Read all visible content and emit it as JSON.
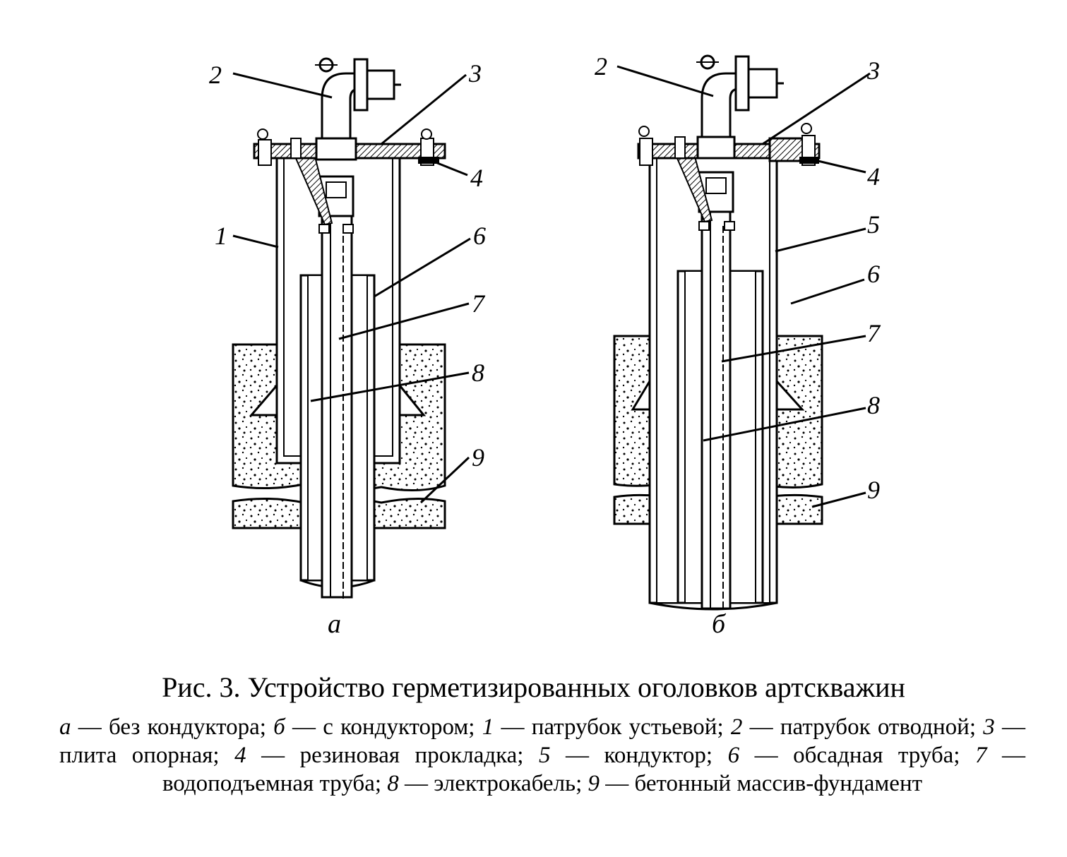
{
  "figure": {
    "variant_a": {
      "sublabel": "а",
      "callouts": [
        "1",
        "2",
        "3",
        "4",
        "6",
        "7",
        "8",
        "9"
      ]
    },
    "variant_b": {
      "sublabel": "б",
      "callouts": [
        "2",
        "3",
        "4",
        "5",
        "6",
        "7",
        "8",
        "9"
      ]
    }
  },
  "caption": {
    "title": "Рис. 3. Устройство герметизированных оголовков артскважин",
    "legend": [
      {
        "key": "а",
        "text": " — без кондуктора; "
      },
      {
        "key": "б",
        "text": " — с кондуктором; "
      },
      {
        "key": "1",
        "text": " — патрубок устьевой; "
      },
      {
        "key": "2",
        "text": " — патрубок отводной; "
      },
      {
        "key": "3",
        "text": " — плита опорная; "
      },
      {
        "key": "4",
        "text": " — резиновая прокладка; "
      },
      {
        "key": "5",
        "text": " — кондуктор; "
      },
      {
        "key": "6",
        "text": " — обсадная труба; "
      },
      {
        "key": "7",
        "text": " — водоподъемная труба; "
      },
      {
        "key": "8",
        "text": " — электрокабель; "
      },
      {
        "key": "9",
        "text": " — бетонный массив-фундамент"
      }
    ]
  }
}
